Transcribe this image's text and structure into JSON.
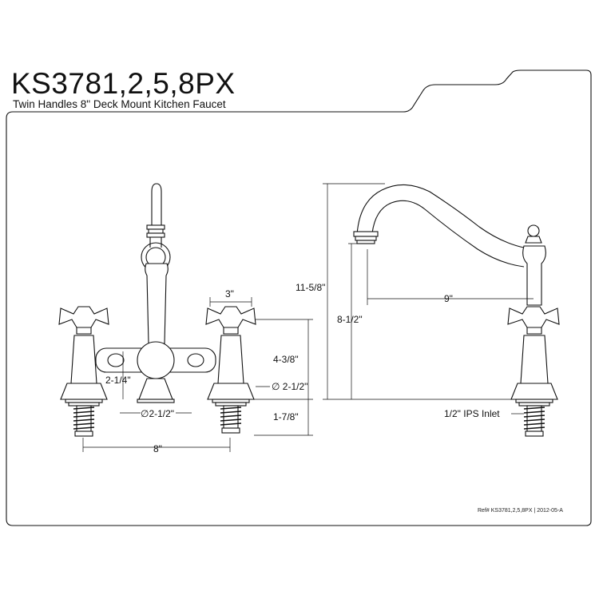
{
  "header": {
    "model": "KS3781,2,5,8PX",
    "subtitle": "Twin Handles 8\" Deck Mount Kitchen Faucet"
  },
  "dimensions": {
    "front_width": "3\"",
    "front_handle_height": "2-1/4\"",
    "front_center_spread": "8\"",
    "front_base_diameter": "∅2-1/2\"",
    "front_flange_height": "4-3/8\"",
    "front_flange_diameter": "∅ 2-1/2\"",
    "front_shank_length": "1-7/8\"",
    "side_total_height": "11-5/8\"",
    "side_spout_height": "8-1/2\"",
    "side_spout_reach": "9\"",
    "side_inlet": "1/2\" IPS Inlet"
  },
  "footer": {
    "reference": "Ref# KS3781,2,5,8PX | 2012-05-A"
  }
}
